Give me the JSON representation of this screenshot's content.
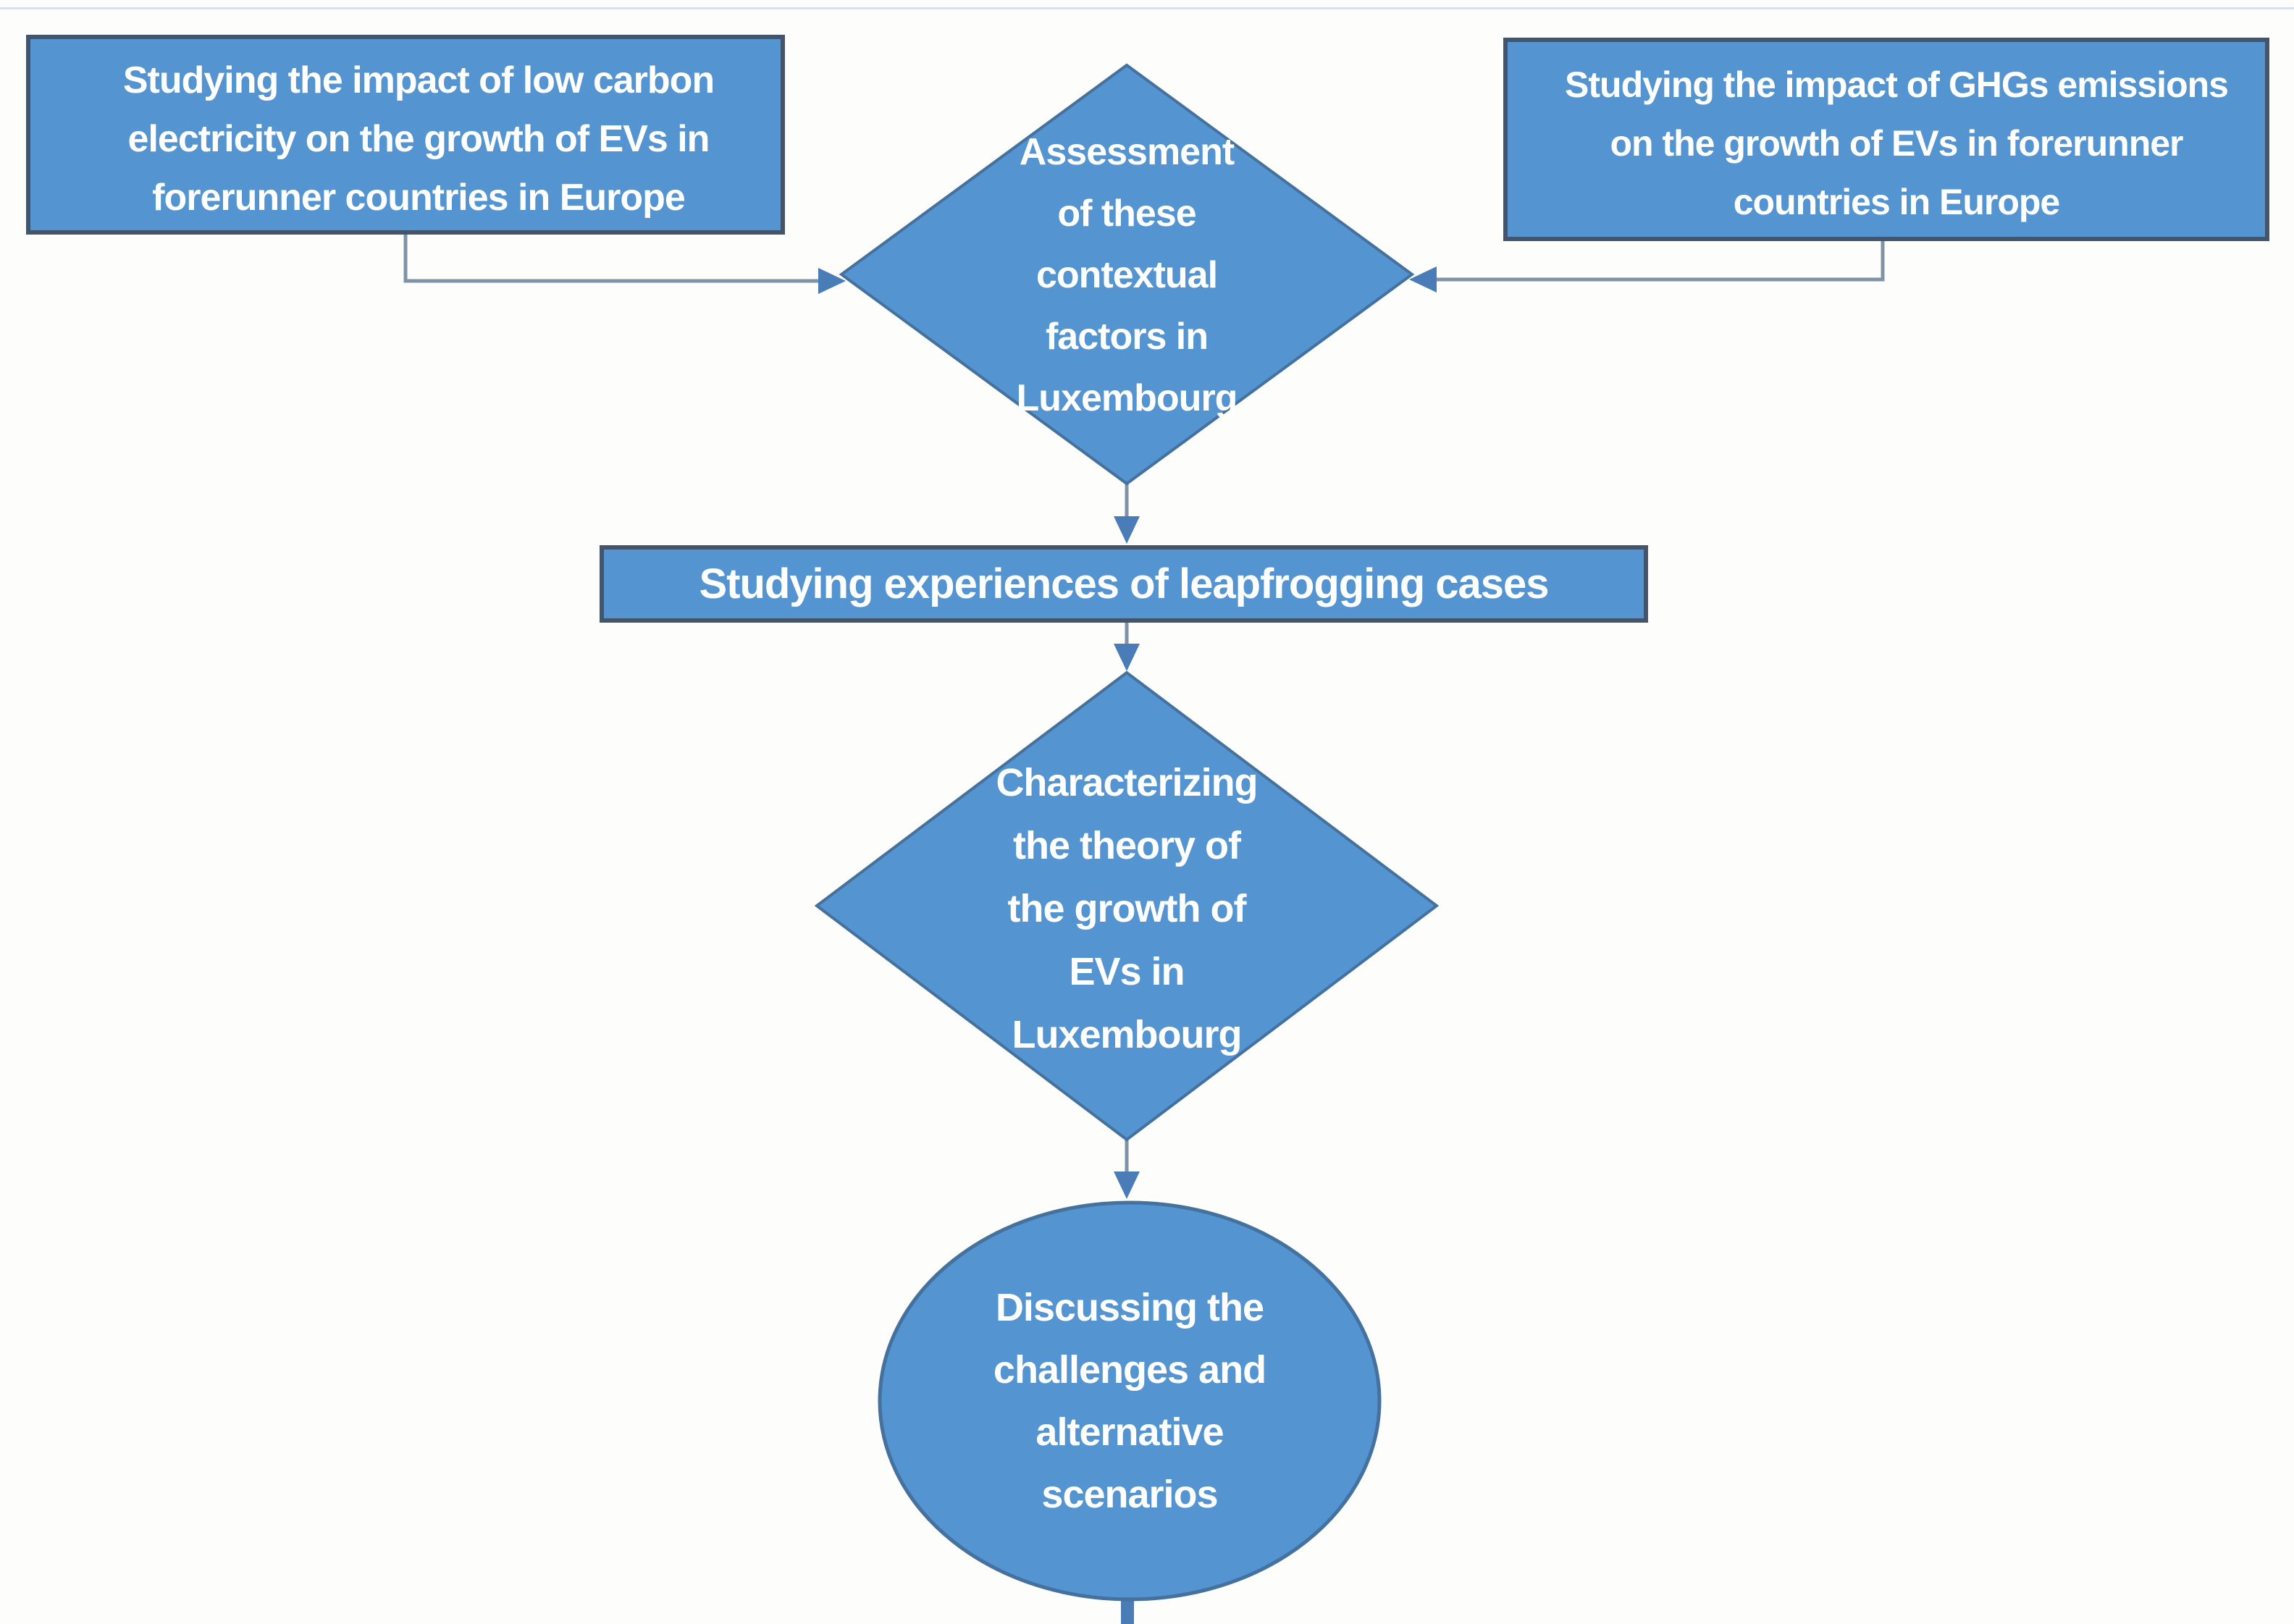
{
  "diagram": {
    "title_semantic": "Research methodology flowchart for growth of EVs in Luxembourg",
    "colors": {
      "background": "#fdfdfc",
      "node_fill": "#5494d0",
      "rect_border": "#44546a",
      "shape_border": "#44719e",
      "connector": "#7e93a6",
      "arrowhead": "#4a7cb7",
      "text": "#ffffff",
      "top_rule": "#d5e2ee"
    },
    "nodes": {
      "box_low_carbon": {
        "shape": "rectangle",
        "text": "Studying the impact of low carbon\nelectricity on the growth of EVs in\nforerunner countries in Europe"
      },
      "box_ghg": {
        "shape": "rectangle",
        "text": "Studying the impact of GHGs emissions\non the growth of EVs in forerunner\ncountries in Europe"
      },
      "diamond_assessment": {
        "shape": "diamond",
        "text": "Assessment\nof these\ncontextual\nfactors in\nLuxembourg"
      },
      "rect_leapfrogging": {
        "shape": "rectangle",
        "text": "Studying experiences of leapfrogging cases"
      },
      "diamond_characterizing": {
        "shape": "diamond",
        "text": "Characterizing\nthe theory of\nthe growth of\nEVs in\nLuxembourg"
      },
      "ellipse_discussing": {
        "shape": "ellipse",
        "text": "Discussing the\nchallenges and\nalternative\nscenarios"
      }
    },
    "edges": [
      {
        "from": "box_low_carbon",
        "to": "diamond_assessment",
        "style": "elbow-right-arrow"
      },
      {
        "from": "box_ghg",
        "to": "diamond_assessment",
        "style": "elbow-left-arrow"
      },
      {
        "from": "diamond_assessment",
        "to": "rect_leapfrogging",
        "style": "down-arrow"
      },
      {
        "from": "rect_leapfrogging",
        "to": "diamond_characterizing",
        "style": "down-arrow"
      },
      {
        "from": "diamond_characterizing",
        "to": "ellipse_discussing",
        "style": "down-arrow"
      }
    ]
  }
}
